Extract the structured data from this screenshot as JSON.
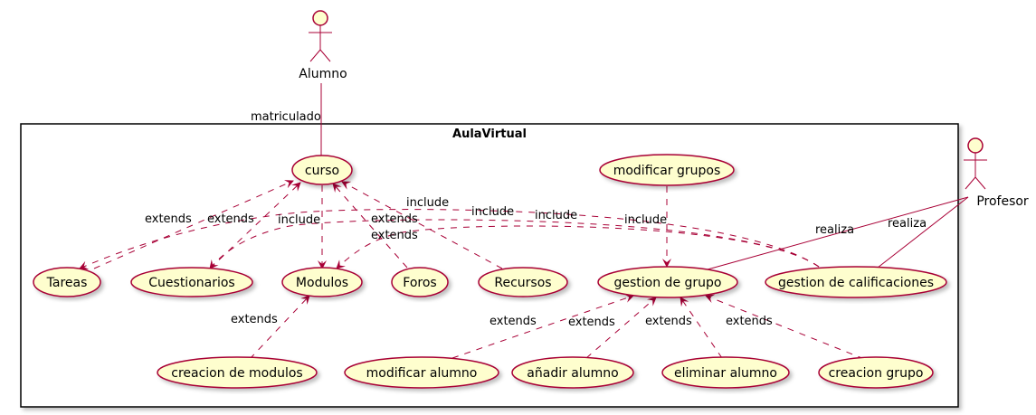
{
  "system": {
    "title": "AulaVirtual"
  },
  "actors": {
    "alumno": "Alumno",
    "profesor": "Profesor"
  },
  "usecases": {
    "curso": "curso",
    "modificar_grupos": "modificar grupos",
    "tareas": "Tareas",
    "cuestionarios": "Cuestionarios",
    "modulos": "Modulos",
    "foros": "Foros",
    "recursos": "Recursos",
    "gestion_grupo": "gestion de grupo",
    "gestion_calificaciones": "gestion de calificaciones",
    "creacion_modulos": "creacion de modulos",
    "modificar_alumno": "modificar alumno",
    "anadir_alumno": "añadir alumno",
    "eliminar_alumno": "eliminar alumno",
    "creacion_grupo": "creacion grupo"
  },
  "relation_labels": {
    "matriculado": "matriculado",
    "extends_tareas": "extends",
    "extends_cuestionarios": "extends",
    "include_modulos": "include",
    "include_top": "include",
    "include_mid1": "include",
    "include_mid2": "include",
    "include_modgrupos": "include",
    "extends_foros": "extends",
    "extends_recursos": "extends",
    "realiza_grupo": "realiza",
    "realiza_calif": "realiza",
    "extends_creacion_modulos": "extends",
    "extends_modificar_alumno": "extends",
    "extends_anadir_alumno": "extends",
    "extends_eliminar_alumno": "extends",
    "extends_creacion_grupo": "extends"
  },
  "colors": {
    "border": "#A80036",
    "usecase_fill": "#FEFECE",
    "system_border": "#000000"
  }
}
